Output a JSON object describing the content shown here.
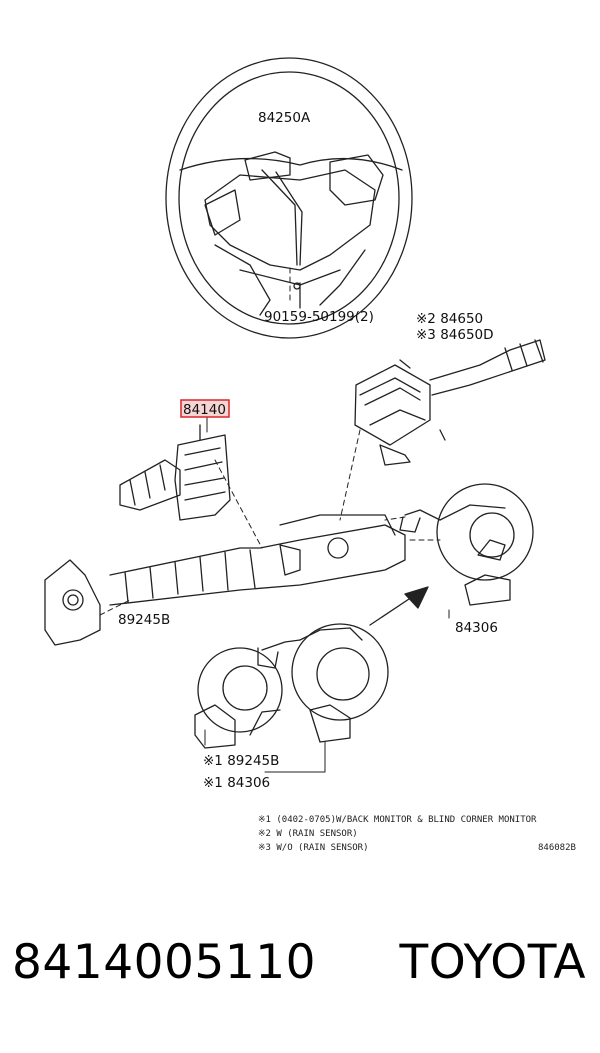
{
  "labels": {
    "steering_wheel": "84250A",
    "screw": "90159-50199(2)",
    "sw_rain_1": "※2 84650",
    "sw_rain_2": "※3 84650D",
    "highlight": "84140",
    "cable_left": "89245B",
    "spiral_right": "84306",
    "cable_lower": "※1 89245B",
    "spiral_lower": "※1 84306"
  },
  "notes": [
    "※1  (0402-0705)W/BACK MONITOR & BLIND CORNER MONITOR",
    "※2  W (RAIN SENSOR)",
    "※3  W/O (RAIN SENSOR)"
  ],
  "diagram_code": "846082B",
  "caption": {
    "part_number": "8414005110",
    "brand": "TOYOTA"
  },
  "colors": {
    "highlight_border": "#d9272e",
    "highlight_fill": "#f6d5d5",
    "line": "#222222"
  }
}
